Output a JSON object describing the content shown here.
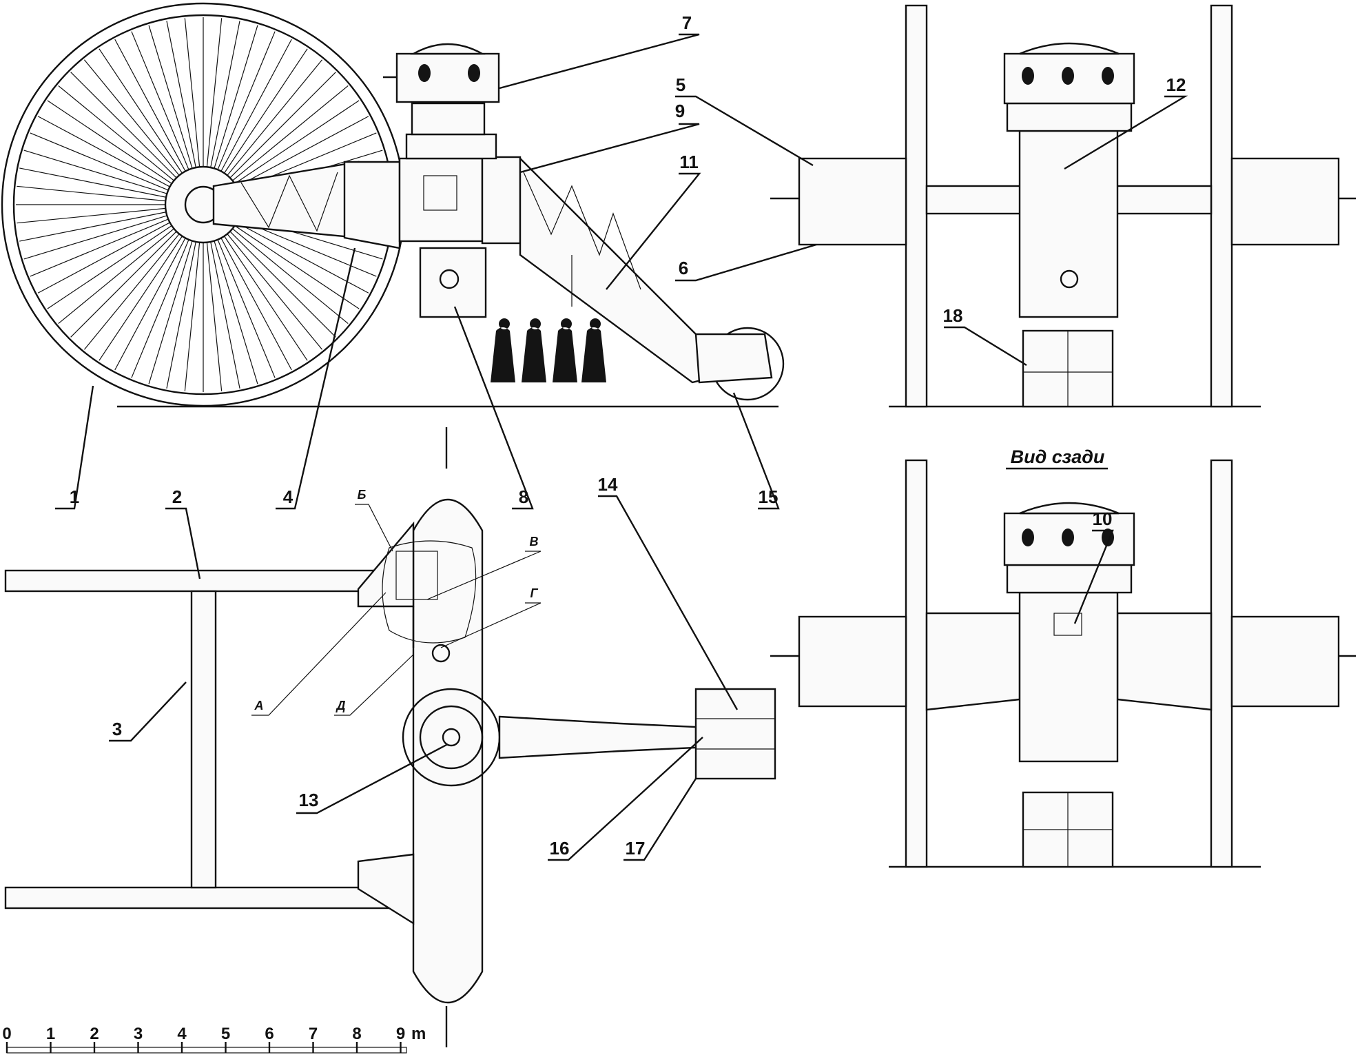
{
  "callouts": {
    "c1": "1",
    "c2": "2",
    "c3": "3",
    "c4": "4",
    "c5": "5",
    "c6": "6",
    "c7": "7",
    "c8": "8",
    "c9": "9",
    "c10": "10",
    "c11": "11",
    "c12": "12",
    "c13": "13",
    "c14": "14",
    "c15": "15",
    "c16": "16",
    "c17": "17",
    "c18": "18"
  },
  "letters": {
    "a": "А",
    "b": "Б",
    "v": "В",
    "g": "Г",
    "d": "Д"
  },
  "rear_view_caption": "Вид сзади",
  "scale_bar": {
    "ticks": [
      "0",
      "1",
      "2",
      "3",
      "4",
      "5",
      "6",
      "7",
      "8",
      "9"
    ],
    "unit": "m"
  },
  "colors": {
    "ink": "#111111",
    "paper": "#ffffff"
  }
}
